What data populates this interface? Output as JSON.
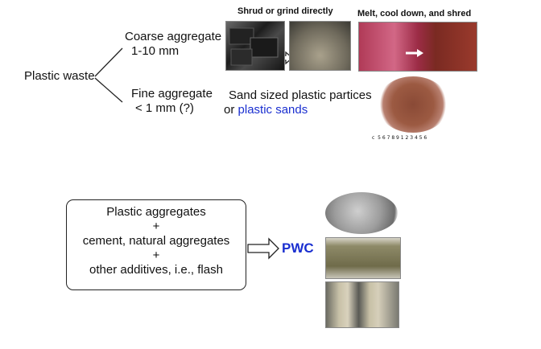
{
  "source": {
    "label": "Plastic waste"
  },
  "coarse": {
    "label": "Coarse aggregate",
    "size": "1-10 mm"
  },
  "fine": {
    "label": "Fine aggregate",
    "size": "< 1 mm (?)"
  },
  "method1": {
    "header": "Shrud or grind directly"
  },
  "method2": {
    "header": "Melt, cool down, and shred"
  },
  "fine_desc": {
    "line1": "Sand sized plastic partices",
    "line2_prefix": "or ",
    "line2_link": "plastic sands"
  },
  "ruler": {
    "marker": "c",
    "ticks": "5 6 7 8 9 1 2 3 4 5 6"
  },
  "mix": {
    "line1": "Plastic aggregates",
    "plus1": "+",
    "line2": "cement, natural aggregates",
    "plus2": "+",
    "line3": "other additives, i.e., flash"
  },
  "result": {
    "label": "PWC"
  },
  "colors": {
    "accent_blue": "#1a2fd0"
  }
}
